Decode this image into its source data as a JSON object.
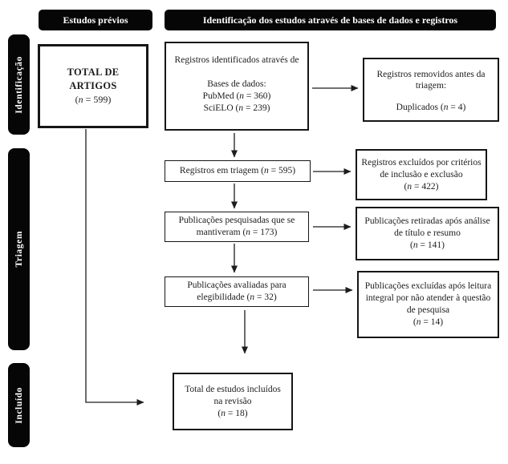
{
  "colors": {
    "bar_background": "#060606",
    "bar_text": "#ffffff",
    "box_border": "#161616",
    "box_background": "#ffffff",
    "arrow": "#1c1c1c",
    "page_background": "#ffffff"
  },
  "headers": {
    "previous_studies": "Estudos prévios",
    "identification": "Identificação dos estudos através de bases de dados e registros"
  },
  "phases": {
    "identification": "Identificação",
    "screening": "Triagem",
    "included": "Incluído"
  },
  "boxes": {
    "total_articles": {
      "title_line1": "TOTAL DE",
      "title_line2": "ARTIGOS",
      "n": {
        "pre": "(",
        "var": "n",
        "post": " = 599)"
      }
    },
    "records_identified": {
      "line1": "Registros identificados através de",
      "line2": "Bases de dados:",
      "pubmed": {
        "pre": "PubMed (",
        "var": "n",
        "post": " = 360)"
      },
      "scielo": {
        "pre": "SciELO (",
        "var": "n",
        "post": " = 239)"
      }
    },
    "records_removed": {
      "line1": "Registros removidos antes da",
      "line2": "triagem:",
      "duplicates": {
        "pre": "Duplicados (",
        "var": "n",
        "post": " = 4)"
      }
    },
    "records_screened": {
      "line": {
        "pre": "Registros em triagem (",
        "var": "n",
        "post": " = 595)"
      }
    },
    "records_excluded_criteria": {
      "line1": "Registros excluídos por critérios",
      "line2": "de inclusão e exclusão",
      "n": {
        "pre": "(",
        "var": "n",
        "post": " = 422)"
      }
    },
    "publications_retained": {
      "line1": "Publicações pesquisadas que se",
      "line2": {
        "pre": "mantiveram (",
        "var": "n",
        "post": " = 173)"
      }
    },
    "publications_removed_title_abstract": {
      "line1": "Publicações retiradas após análise",
      "line2": "de título e resumo",
      "n": {
        "pre": "(",
        "var": "n",
        "post": " = 141)"
      }
    },
    "publications_assessed": {
      "line1": "Publicações avaliadas para",
      "line2": {
        "pre": "elegibilidade (",
        "var": "n",
        "post": " = 32)"
      }
    },
    "publications_excluded_fulltext": {
      "line1": "Publicações excluídas após leitura",
      "line2": "integral por não atender à questão",
      "line3": "de pesquisa",
      "n": {
        "pre": "(",
        "var": "n",
        "post": " = 14)"
      }
    },
    "studies_included": {
      "line1": "Total de estudos incluídos",
      "line2": "na revisão",
      "n": {
        "pre": "(",
        "var": "n",
        "post": " = 18)"
      }
    }
  }
}
